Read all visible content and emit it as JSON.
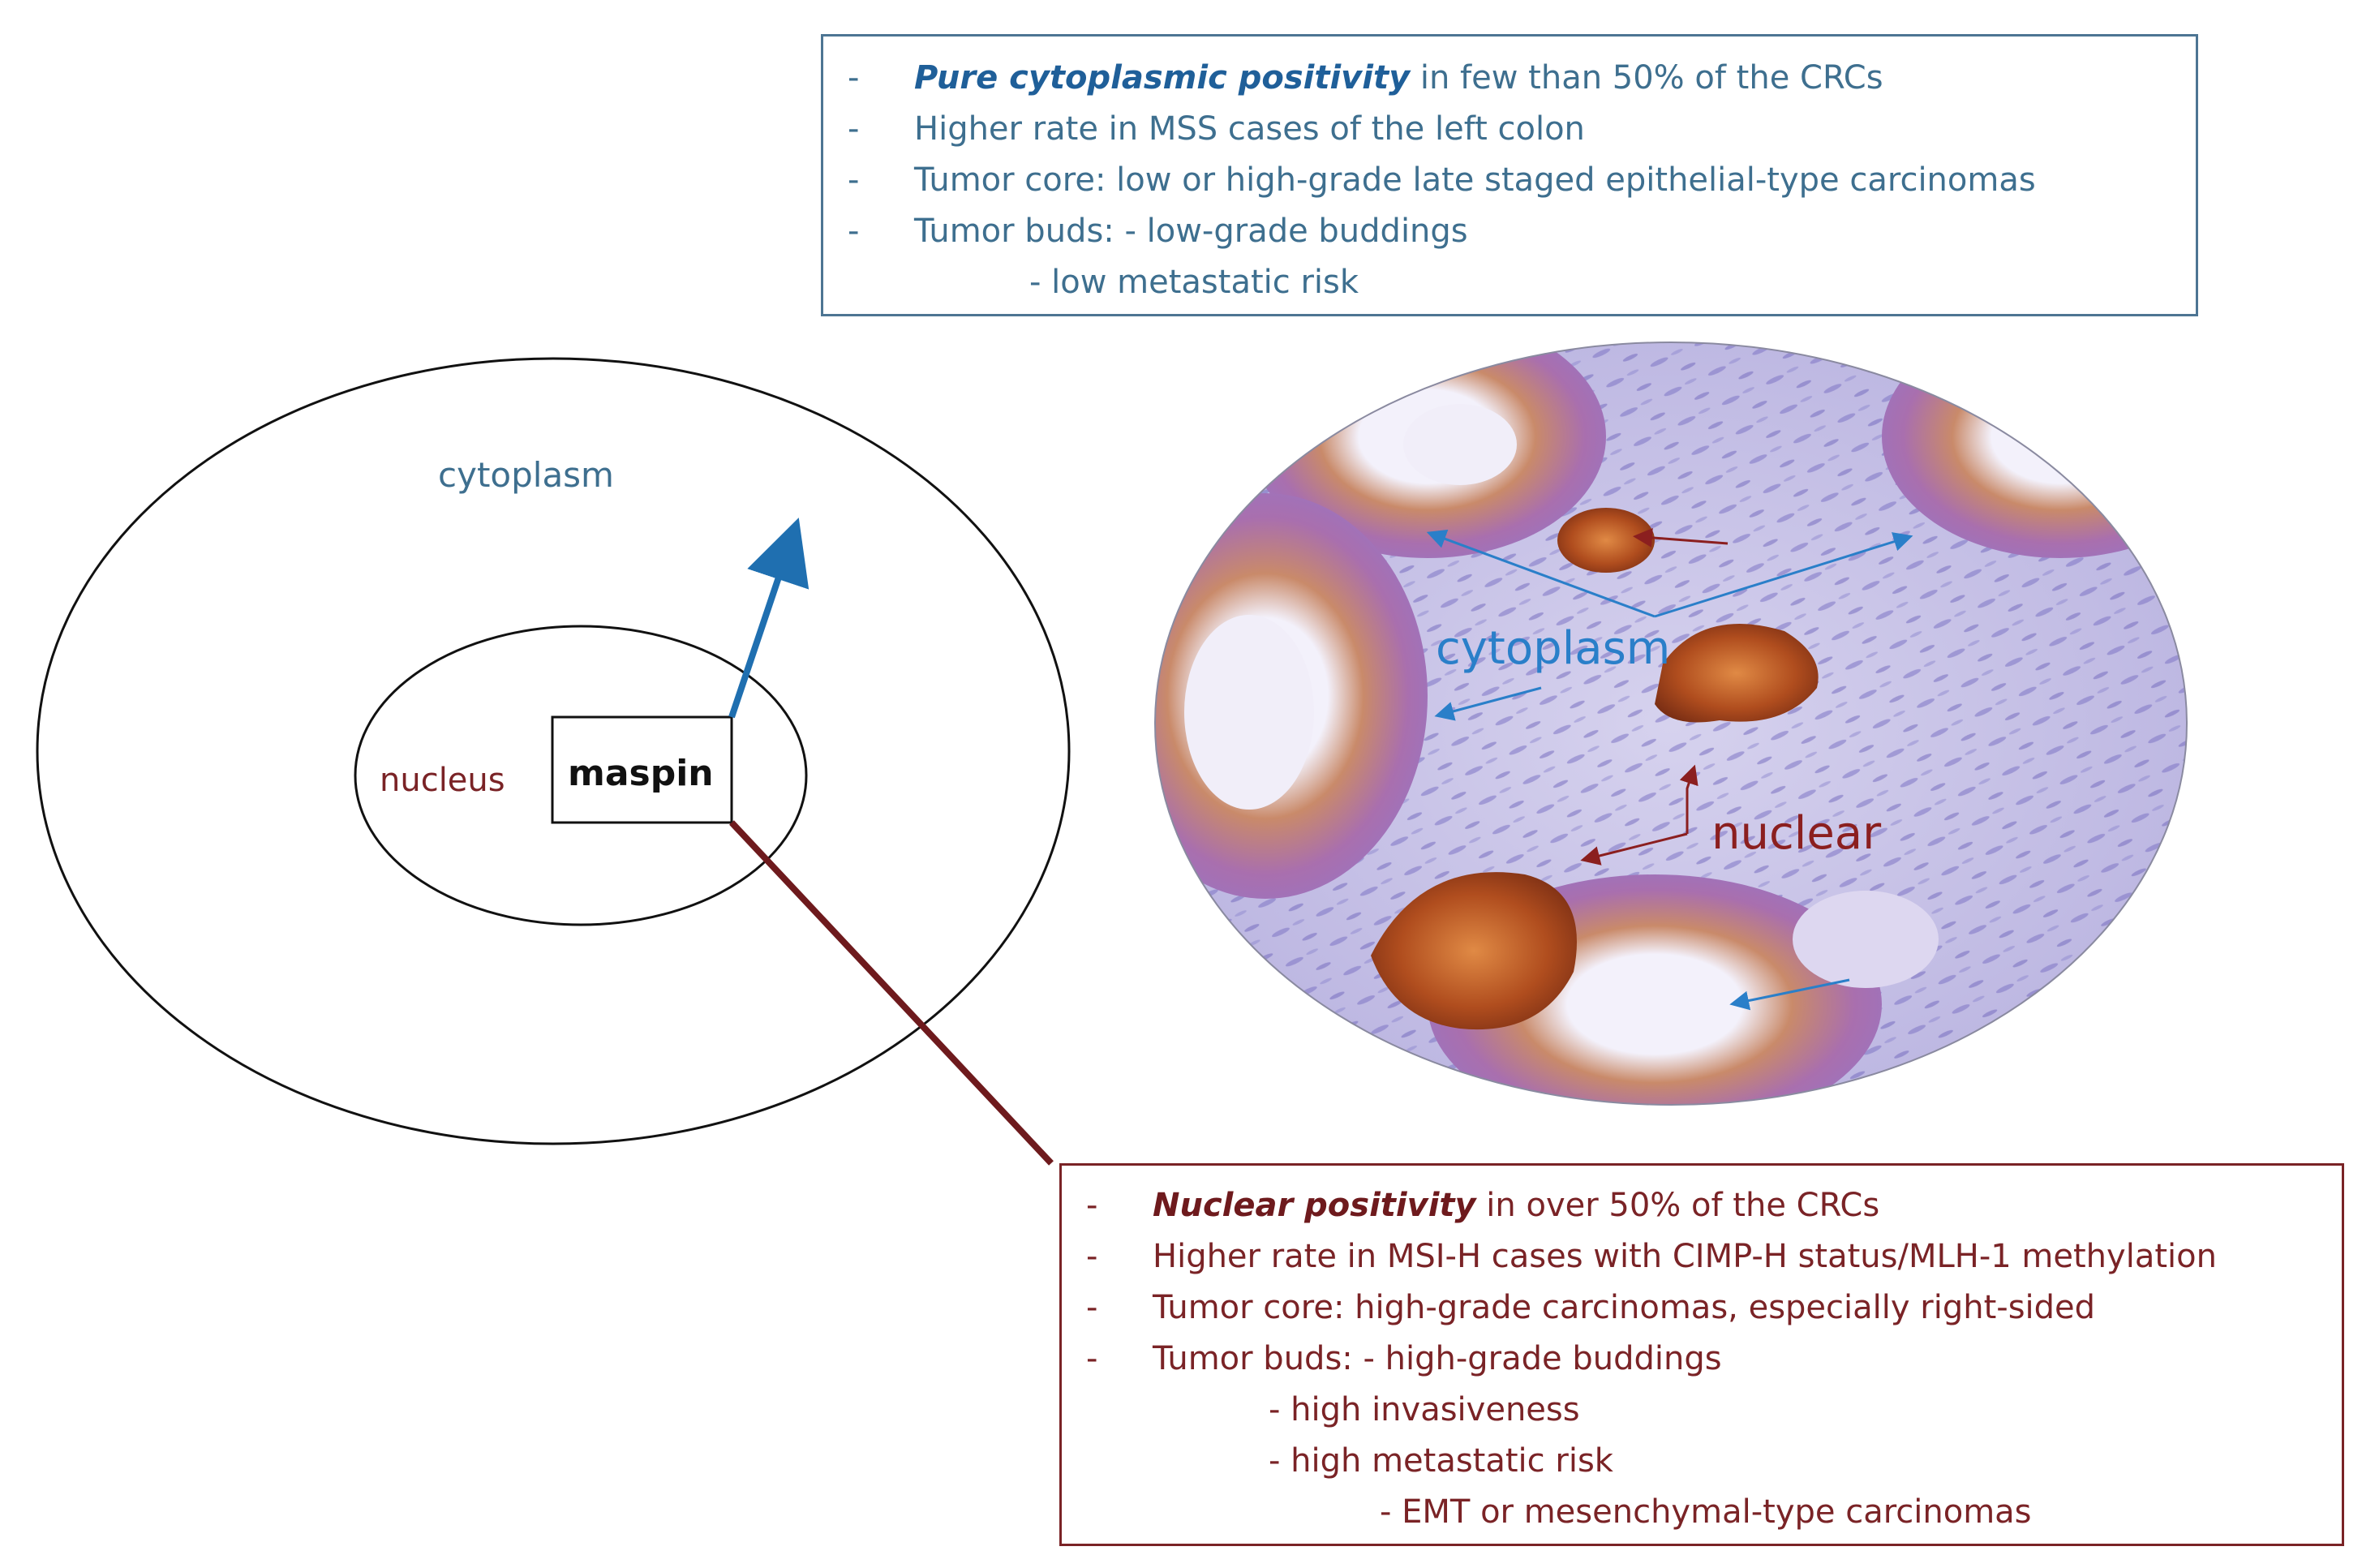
{
  "cytoplasmic_box": {
    "lines": [
      {
        "dash": "-",
        "emph": "Pure cytoplasmic positivity",
        "text": " in few than 50% of the CRCs"
      },
      {
        "dash": "-",
        "emph": "",
        "text": "Higher rate in MSS cases of the left colon"
      },
      {
        "dash": "-",
        "emph": "",
        "text": "Tumor core: low or high-grade late staged epithelial-type carcinomas"
      },
      {
        "dash": "-",
        "emph": "",
        "text": "Tumor buds: - low-grade buddings"
      },
      {
        "dash": "",
        "emph": "",
        "text": "- low metastatic risk"
      }
    ]
  },
  "nuclear_box": {
    "lines": [
      {
        "dash": "-",
        "emph": "Nuclear positivity",
        "text": " in over 50% of the CRCs"
      },
      {
        "dash": "-",
        "emph": "",
        "text": "Higher rate in MSI-H cases with CIMP-H status/MLH-1 methylation"
      },
      {
        "dash": "-",
        "emph": "",
        "text": "Tumor core: high-grade carcinomas, especially right-sided"
      },
      {
        "dash": "-",
        "emph": "",
        "text": "Tumor buds: - high-grade buddings"
      },
      {
        "dash": "",
        "emph": "",
        "text": "- high invasiveness"
      },
      {
        "dash": "",
        "emph": "",
        "text": "- high metastatic risk"
      },
      {
        "dash": "",
        "emph": "",
        "text": "- EMT or mesenchymal-type carcinomas"
      }
    ]
  },
  "schematic": {
    "cytoplasm_label": "cytoplasm",
    "nucleus_label": "nucleus",
    "maspin_label": "maspin"
  },
  "micrograph": {
    "cytoplasm_label": "cytoplasm",
    "nuclear_label": "nuclear"
  },
  "colors": {
    "cytoplasm_blue": "#1f6fb0",
    "nuclear_red": "#7a1f22",
    "stain_brown": "#a3461e",
    "stain_purple": "#b07bb5",
    "background_blue": "#c9c6e8"
  }
}
